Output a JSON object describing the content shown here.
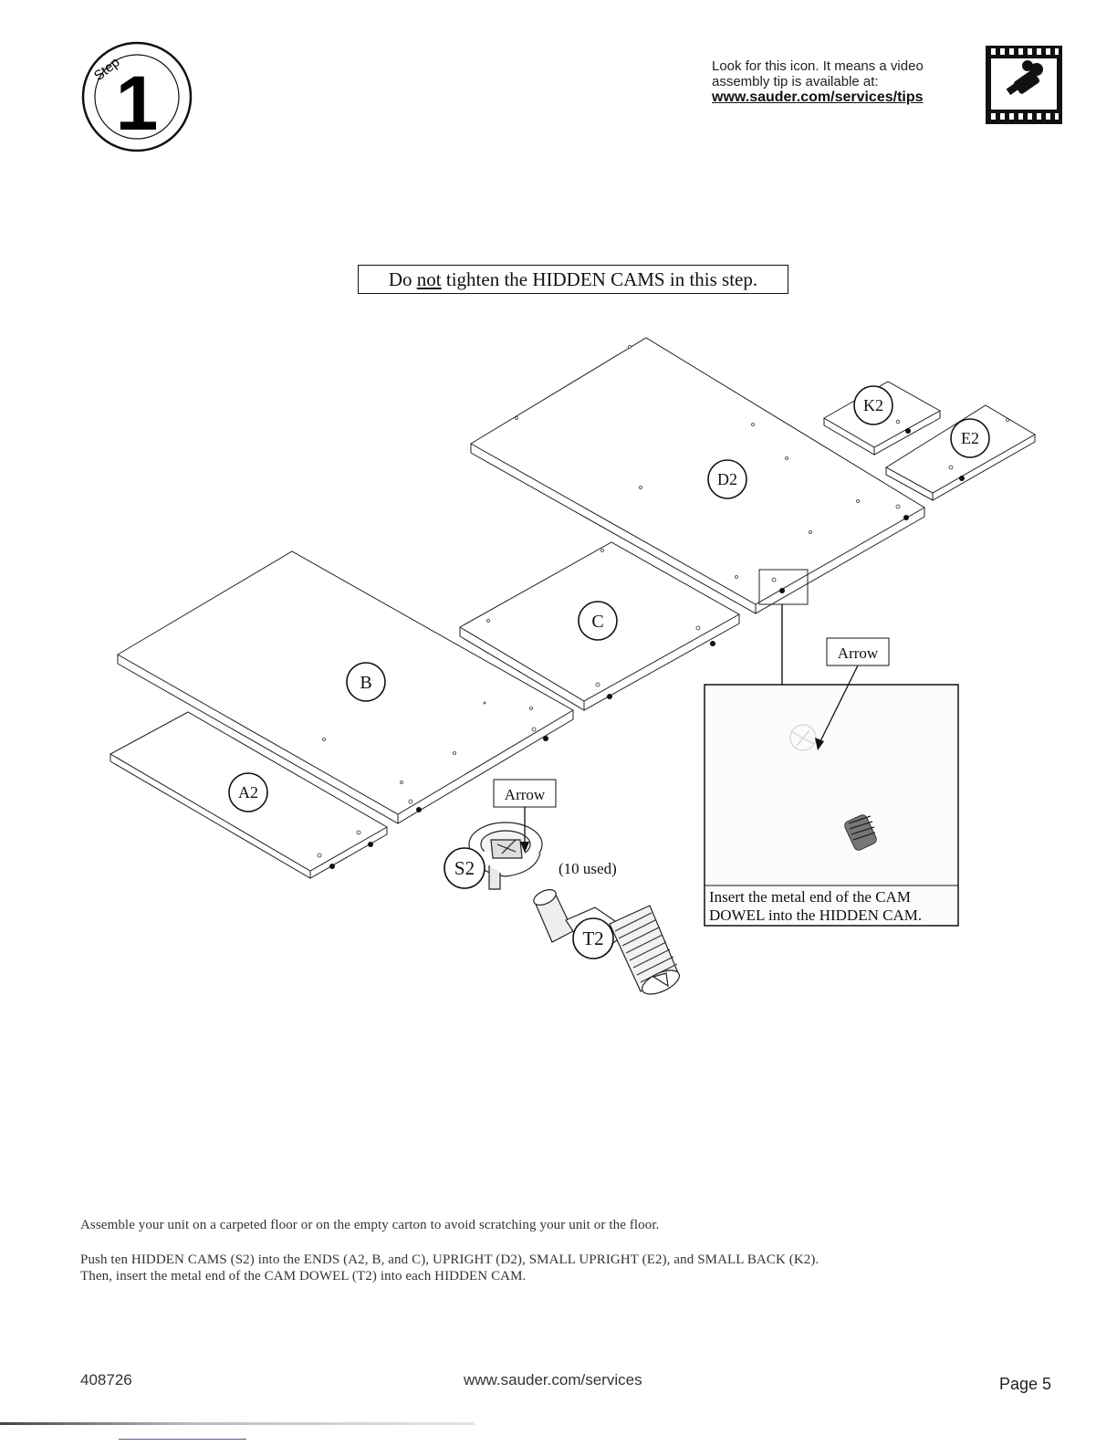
{
  "step": {
    "label": "Step",
    "number": "1"
  },
  "video_tip": {
    "line1": "Look for this icon. It means a video",
    "line2": "assembly tip is available at:",
    "url": "www.sauder.com/services/tips",
    "icon": "film-camera-icon"
  },
  "warning": {
    "pre": "Do ",
    "emph": "not",
    "post": " tighten the HIDDEN CAMS in this step."
  },
  "parts": {
    "a2": "A2",
    "b": "B",
    "c": "C",
    "d2": "D2",
    "k2": "K2",
    "e2": "E2",
    "s2": "S2",
    "t2": "T2",
    "s2_qty": "(10 used)"
  },
  "callouts": {
    "arrow_cam": "Arrow",
    "arrow_detail": "Arrow",
    "detail_caption_1": "Insert the metal end of the CAM",
    "detail_caption_2": "DOWEL into the HIDDEN CAM."
  },
  "instructions": {
    "p1": "Assemble your unit on a carpeted floor or on the empty carton to avoid scratching your unit or the floor.",
    "p2_line1": "Push ten HIDDEN CAMS (S2) into the ENDS (A2, B, and C), UPRIGHT (D2), SMALL UPRIGHT (E2), and SMALL BACK (K2).",
    "p2_line2": "Then, insert the metal end of the CAM DOWEL (T2) into each HIDDEN CAM."
  },
  "footer": {
    "code": "408726",
    "url": "www.sauder.com/services",
    "page": "Page 5"
  }
}
